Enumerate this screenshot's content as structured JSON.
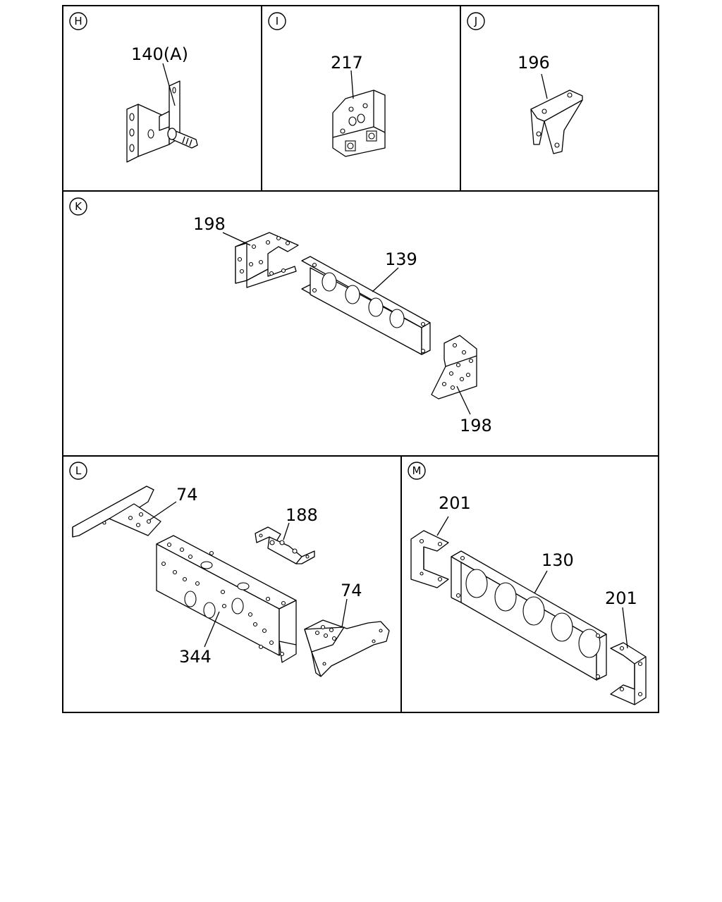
{
  "sections": [
    {
      "id": "H",
      "parts": [
        "140(A)"
      ]
    },
    {
      "id": "I",
      "parts": [
        "217"
      ]
    },
    {
      "id": "J",
      "parts": [
        "196"
      ]
    },
    {
      "id": "K",
      "parts": [
        "198",
        "139",
        "198"
      ]
    },
    {
      "id": "L",
      "parts": [
        "74",
        "188",
        "74",
        "344"
      ]
    },
    {
      "id": "M",
      "parts": [
        "201",
        "130",
        "201"
      ]
    }
  ]
}
